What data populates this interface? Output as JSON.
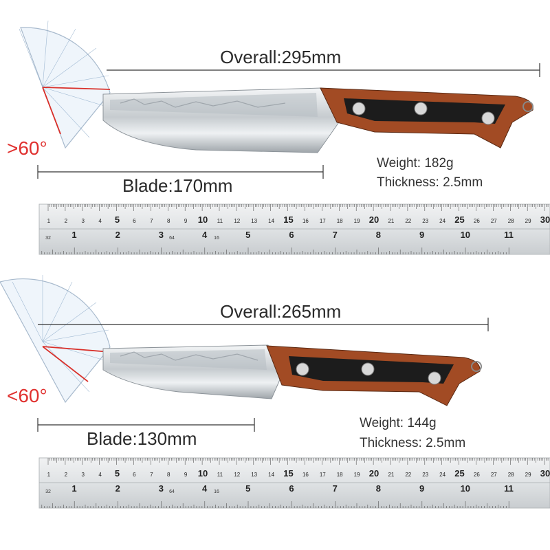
{
  "knives": [
    {
      "overall": "Overall:295mm",
      "blade": "Blade:170mm",
      "weight": "Weight: 182g",
      "thickness": "Thickness: 2.5mm",
      "angle": ">60°"
    },
    {
      "overall": "Overall:265mm",
      "blade": "Blade:130mm",
      "weight": "Weight: 144g",
      "thickness": "Thickness: 2.5mm",
      "angle": "<60°"
    }
  ],
  "ruler": {
    "cm_labels": [
      "1",
      "2",
      "3",
      "4",
      "5",
      "6",
      "7",
      "8",
      "9",
      "10",
      "11",
      "12",
      "13",
      "14",
      "15",
      "16",
      "17",
      "18",
      "19",
      "20",
      "21",
      "22",
      "23",
      "24",
      "25",
      "26",
      "27",
      "28",
      "29",
      "30"
    ],
    "inch_labels": [
      "1",
      "2",
      "3",
      "4",
      "5",
      "6",
      "7",
      "8",
      "9",
      "10",
      "11"
    ],
    "fraction_labels": [
      "32",
      "64",
      "16"
    ]
  },
  "colors": {
    "angle_text": "#e0312f",
    "handle_wood": "#a24b24",
    "handle_black": "#1c1c1c",
    "blade_steel": "#c9cdd1",
    "ruler_steel": "#e6e8ea"
  }
}
